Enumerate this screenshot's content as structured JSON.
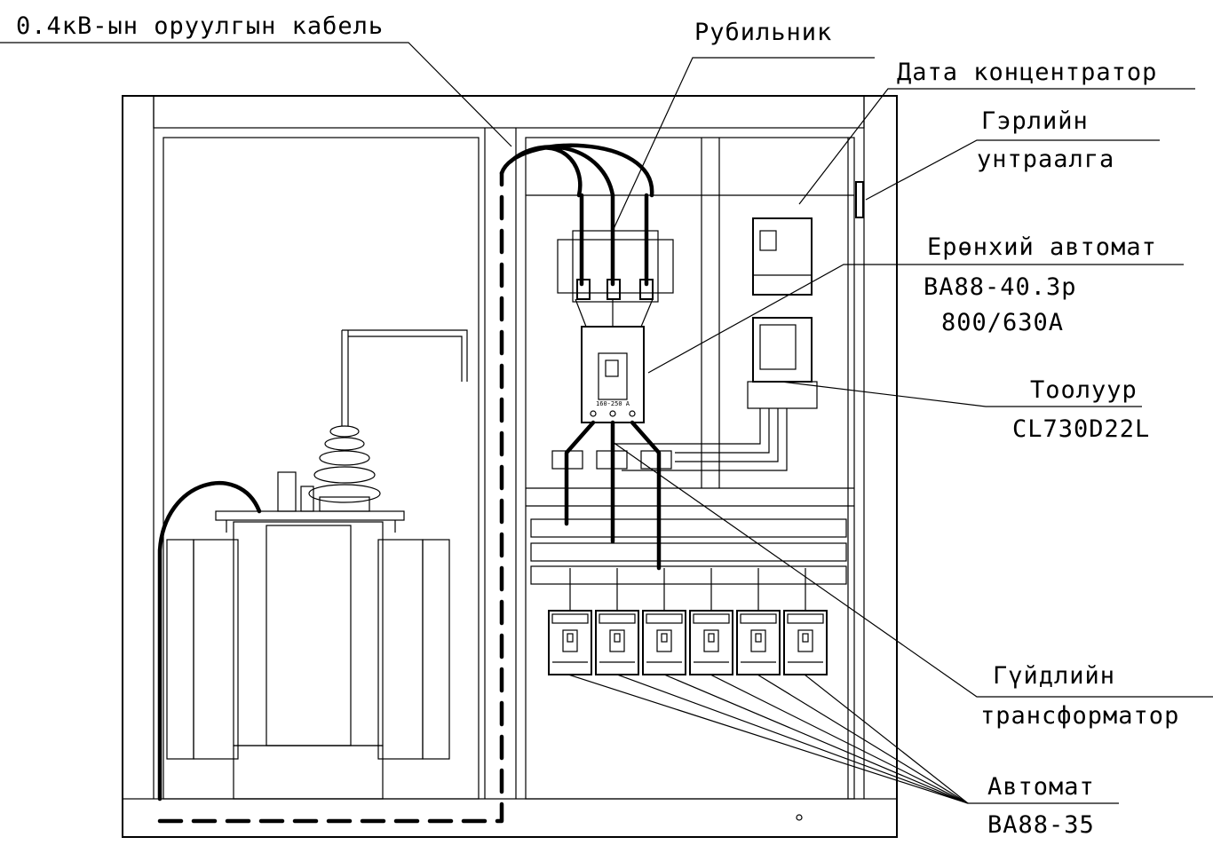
{
  "labels": {
    "cable": "0.4кВ-ын оруулгын кабель",
    "switch": "Рубильник",
    "data_concentrator": "Дата концентратор",
    "light_switch_line1": "Гэрлийн",
    "light_switch_line2": "унтраалга",
    "main_breaker_line1": "Ерөнхий автомат",
    "main_breaker_line2": "ВА88-40.3р",
    "main_breaker_line3": "800/630А",
    "meter_line1": "Тоолуур",
    "meter_line2": "CL730D22L",
    "current_transformer_line1": "Гүйдлийн",
    "current_transformer_line2": "трансформатор",
    "breaker_line1": "Автомат",
    "breaker_line2": "ВА88-35"
  },
  "components": {
    "main_breaker_rating": "160-250 A",
    "branch_breaker_count": 6
  }
}
